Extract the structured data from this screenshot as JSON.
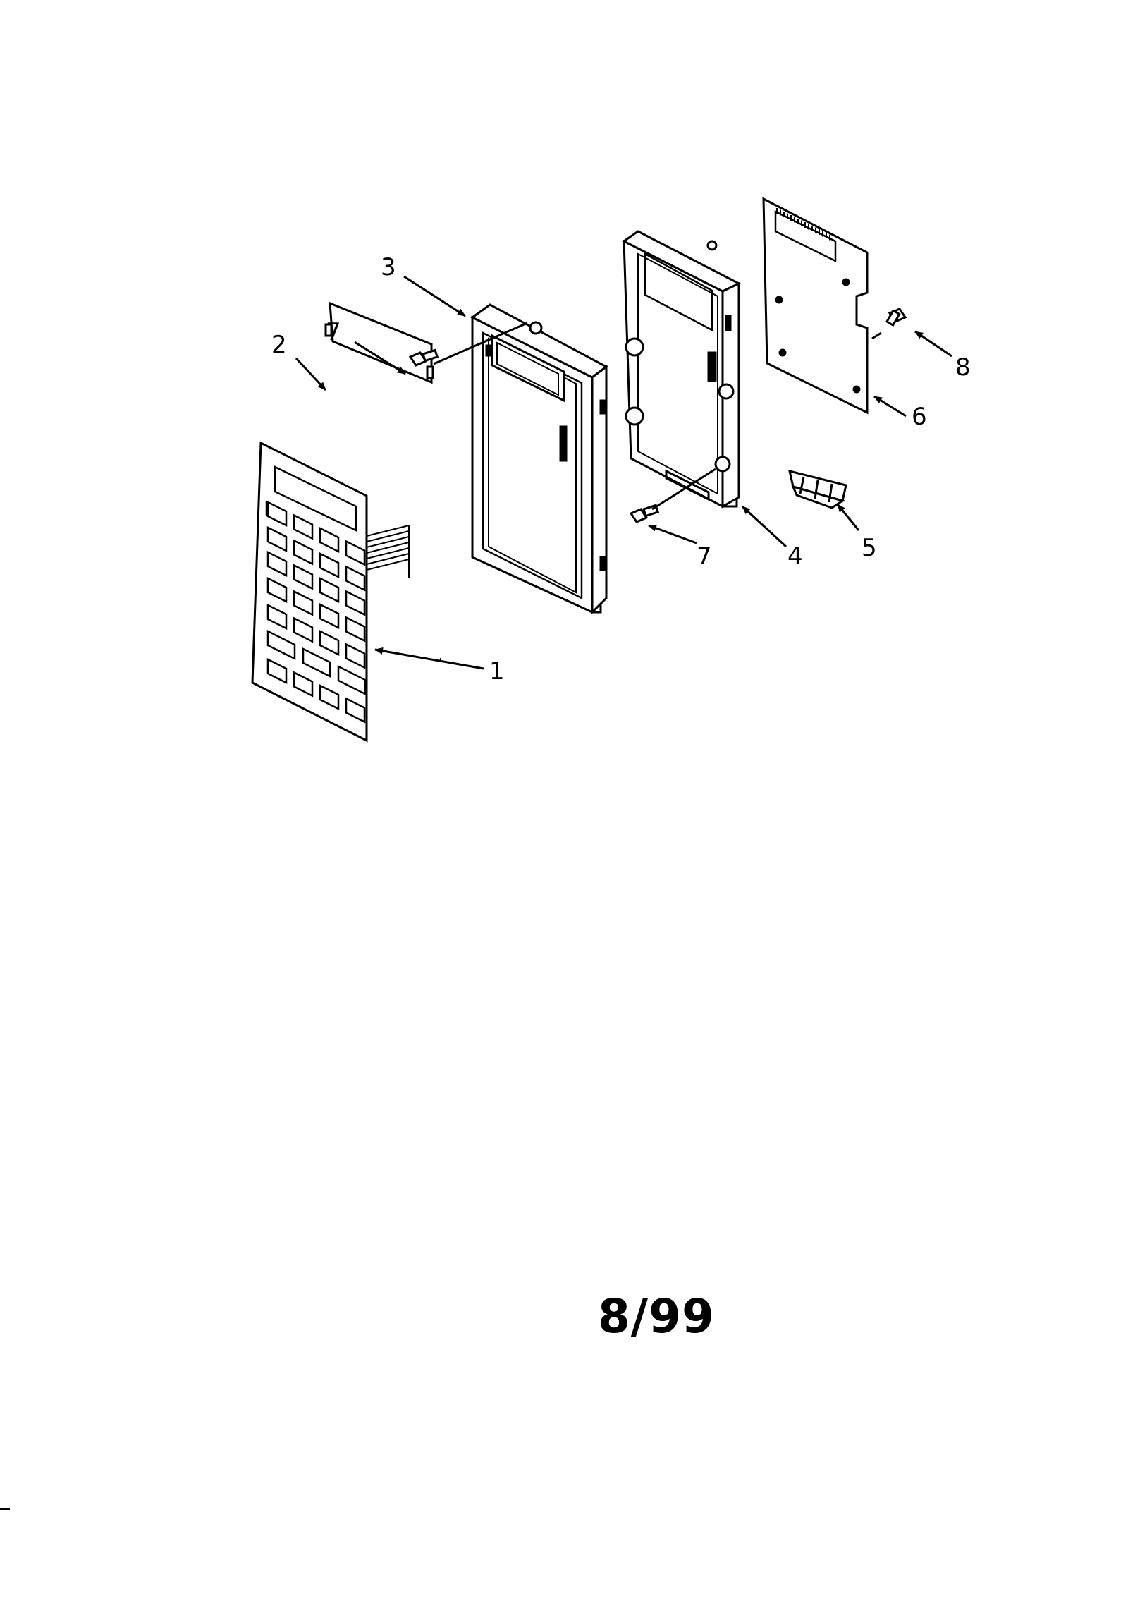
{
  "diagram": {
    "callouts": {
      "c1": "1",
      "c2": "2",
      "c3": "3",
      "c4": "4",
      "c5": "5",
      "c6": "6",
      "c7a": "7",
      "c7b": "7",
      "c8": "8"
    }
  },
  "footer": {
    "date_code": "8/99"
  }
}
